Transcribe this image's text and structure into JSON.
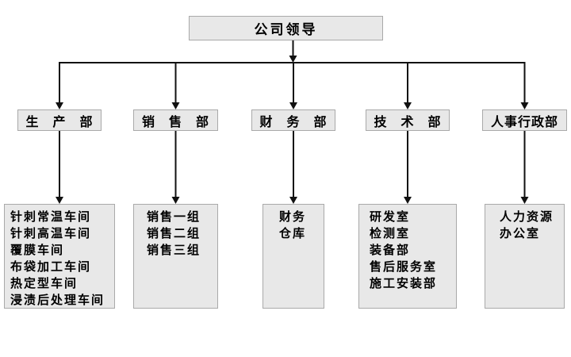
{
  "org_chart": {
    "title": "company-organization-chart",
    "root": {
      "label": "公司领导"
    },
    "departments": [
      {
        "label": "生　产　部",
        "children": [
          "针刺常温车间",
          "针刺高温车间",
          "覆膜车间",
          "布袋加工车间",
          "热定型车间",
          "浸渍后处理车间"
        ]
      },
      {
        "label": "销　售　部",
        "children": [
          "销售一组",
          "销售二组",
          "销售三组"
        ]
      },
      {
        "label": "财　务　部",
        "children": [
          "财务",
          "仓库"
        ]
      },
      {
        "label": "技　术　部",
        "children": [
          "研发室",
          "检测室",
          "装备部",
          "售后服务室",
          "施工安装部"
        ]
      },
      {
        "label": "人事行政部",
        "children": [
          "人力资源",
          "办公室"
        ]
      }
    ],
    "colors": {
      "box_fill": "#e8e8e8",
      "box_border": "#a9a9a9",
      "connector_line": "#111111",
      "text": "#000000",
      "background": "#ffffff"
    }
  }
}
